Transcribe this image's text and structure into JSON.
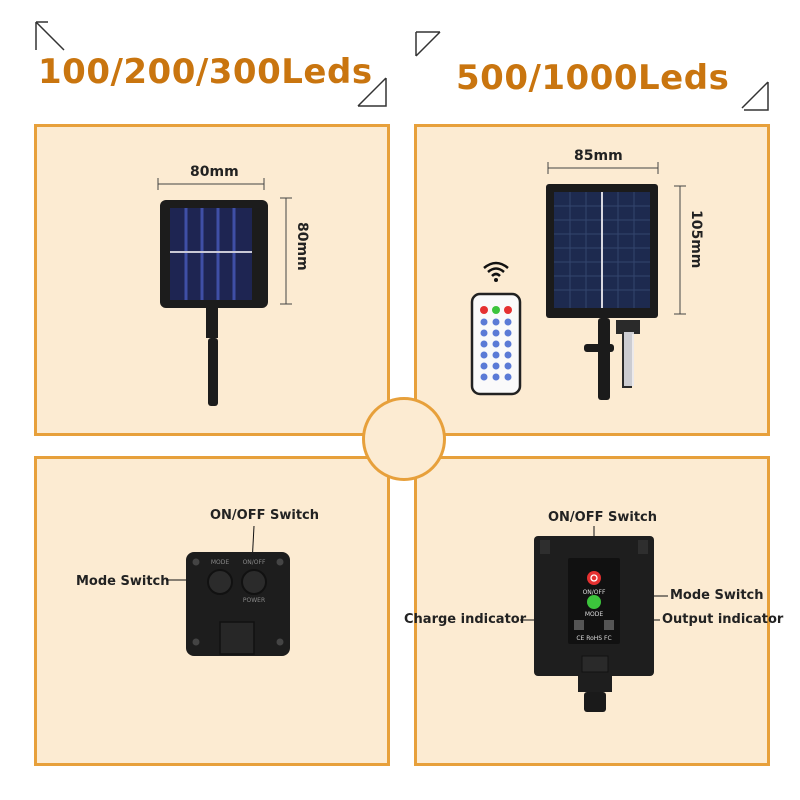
{
  "titles": {
    "left": "100/200/300Leds",
    "right": "500/1000Leds"
  },
  "panel_small": {
    "width_label": "80mm",
    "height_label": "80mm"
  },
  "panel_large": {
    "width_label": "85mm",
    "height_label": "105mm"
  },
  "box_small": {
    "on_off_label": "ON/OFF  Switch",
    "mode_label": "Mode Switch",
    "print_mode": "MODE",
    "print_onoff": "ON/OFF",
    "print_power": "POWER"
  },
  "box_large": {
    "on_off_label": "ON/OFF  Switch",
    "mode_label": "Mode Switch",
    "charge_label": "Charge indicator",
    "output_label": "Output indicator",
    "print_onoff": "ON/OFF",
    "print_mode": "MODE",
    "print_cert": "CE RoHS FC"
  },
  "remote": {
    "icon": "wifi-signal-icon"
  },
  "colors": {
    "accent": "#e7a03b",
    "title": "#c9750f",
    "panel_bg": "#fcebd2",
    "power_red": "#e53030",
    "mode_green": "#3cc43c"
  }
}
